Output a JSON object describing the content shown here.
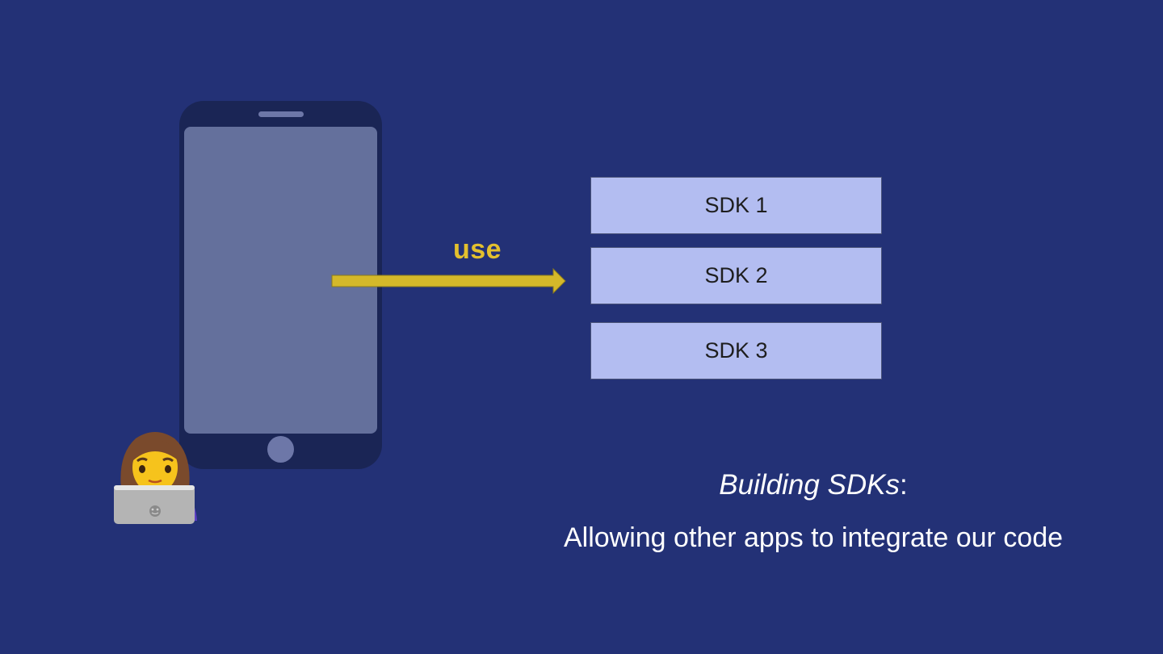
{
  "diagram": {
    "arrow_label": "use",
    "sdks": [
      {
        "label": "SDK 1"
      },
      {
        "label": "SDK 2"
      },
      {
        "label": "SDK 3"
      }
    ]
  },
  "caption": {
    "title_italic": "Building SDKs",
    "title_suffix": ":",
    "subtitle": "Allowing other apps to integrate our code"
  },
  "colors": {
    "background": "#233176",
    "phone_body": "#1a2555",
    "phone_screen": "#64709c",
    "arrow": "#d4b82a",
    "arrow_label": "#e3c02e",
    "sdk_box": "#b3bdf1"
  },
  "icons": {
    "developer": "woman-technologist-icon",
    "phone": "smartphone-icon"
  }
}
